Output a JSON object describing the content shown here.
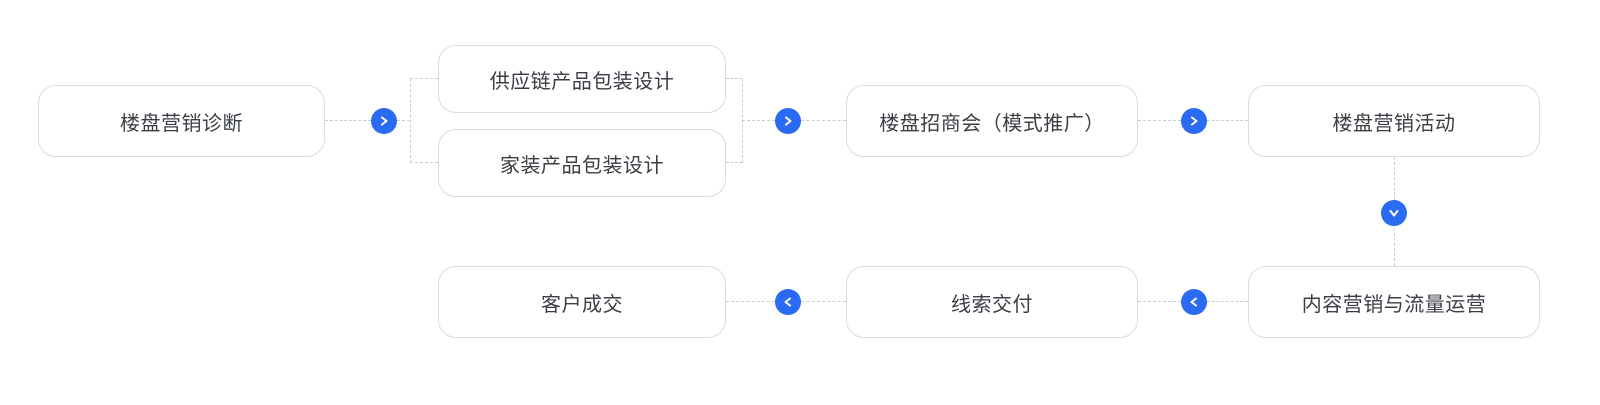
{
  "diagram": {
    "title": "property-marketing-flowchart",
    "nodes": {
      "diagnosis": {
        "label": "楼盘营销诊断"
      },
      "supply_chain_packaging": {
        "label": "供应链产品包装设计"
      },
      "home_decor_packaging": {
        "label": "家装产品包装设计"
      },
      "investment_meeting": {
        "label": "楼盘招商会（模式推广）"
      },
      "marketing_activity": {
        "label": "楼盘营销活动"
      },
      "content_marketing": {
        "label": "内容营销与流量运营"
      },
      "lead_delivery": {
        "label": "线索交付"
      },
      "customer_deal": {
        "label": "客户成交"
      }
    },
    "edges": [
      {
        "from": "diagnosis",
        "to": "supply_chain_packaging",
        "direction": "right"
      },
      {
        "from": "diagnosis",
        "to": "home_decor_packaging",
        "direction": "right"
      },
      {
        "from": "supply_chain_packaging",
        "to": "investment_meeting",
        "direction": "right"
      },
      {
        "from": "home_decor_packaging",
        "to": "investment_meeting",
        "direction": "right"
      },
      {
        "from": "investment_meeting",
        "to": "marketing_activity",
        "direction": "right"
      },
      {
        "from": "marketing_activity",
        "to": "content_marketing",
        "direction": "down"
      },
      {
        "from": "content_marketing",
        "to": "lead_delivery",
        "direction": "left"
      },
      {
        "from": "lead_delivery",
        "to": "customer_deal",
        "direction": "left"
      }
    ],
    "icons": {
      "forward": "chevron-right-icon",
      "backward": "chevron-left-icon",
      "downward": "chevron-down-icon"
    },
    "colors": {
      "arrow_circle": "#2b6af2",
      "box_border": "#d8dbe2",
      "connector": "#c9cdd5",
      "text": "#3a3e45",
      "background": "#ffffff"
    }
  }
}
